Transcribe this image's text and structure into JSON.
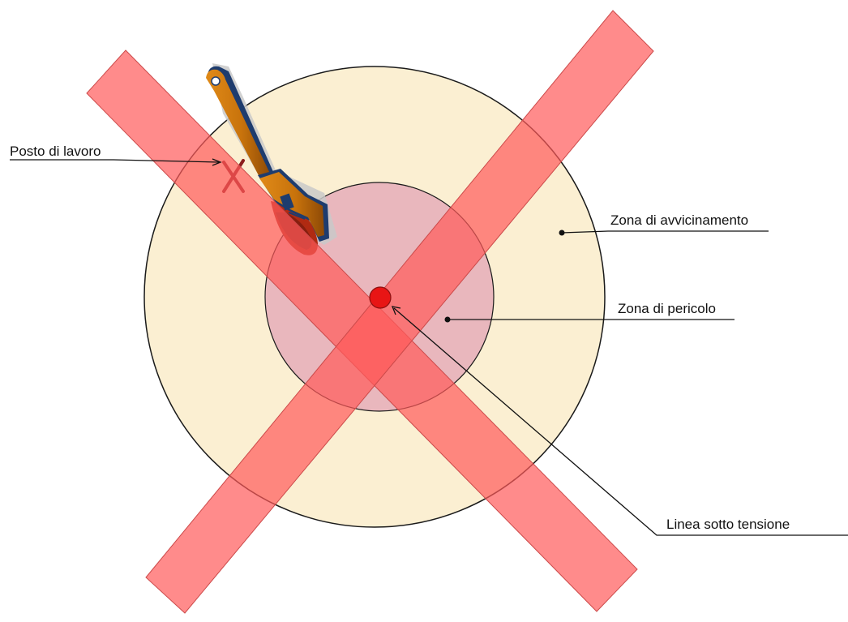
{
  "labels": {
    "workplace": "Posto di lavoro",
    "approach_zone": "Zona di avvicinamento",
    "danger_zone": "Zona di pericolo",
    "live_line": "Linea sotto tensione"
  },
  "icons": {
    "tool": "adjustable-wrench-icon",
    "work_marker": "x-mark-icon",
    "live_point": "live-conductor-dot-icon",
    "prohibition": "red-cross-prohibition-icon"
  },
  "colors": {
    "approach_zone_fill": "#fbefd2",
    "danger_zone_fill": "#e9b7bd",
    "prohibition_band": "#ff5a5a",
    "live_point": "#e81515",
    "work_marker": "#8c1d1d",
    "wrench": "#c8730c",
    "outline": "#1a1a1a"
  }
}
